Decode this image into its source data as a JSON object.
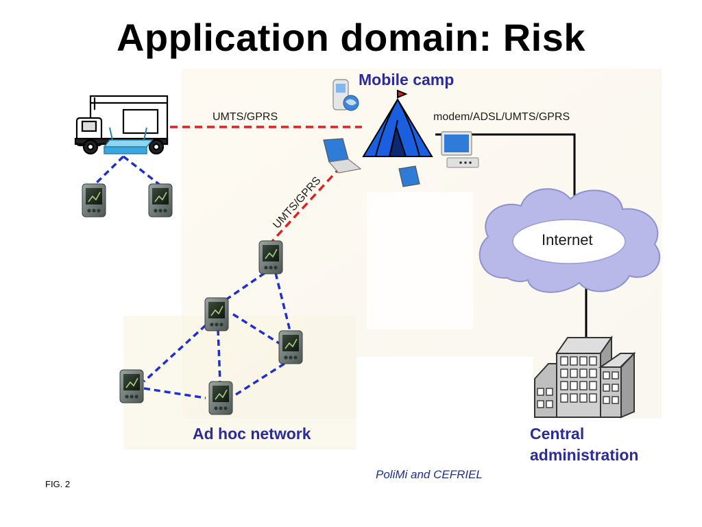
{
  "slide": {
    "title": "Application domain: Risk",
    "figure_label": "FIG. 2",
    "credit": "PoliMi and CEFRIEL"
  },
  "labels": {
    "mobile_camp": "Mobile camp",
    "adhoc": "Ad hoc network",
    "central_line1": "Central",
    "central_line2": "administration",
    "link_truck": "UMTS/GPRS",
    "link_modem": "modem/ADSL/UMTS/GPRS",
    "link_adhoc": "UMTS/GPRS",
    "internet": "Internet"
  },
  "colors": {
    "title_text": "#000000",
    "label_text": "#2b2b9a",
    "wireless_link": "#1f2fcf",
    "cellular_link": "#dd2222",
    "wired_link": "#000000",
    "cloud_fill": "#b8b9e8",
    "tent_fill": "#1a5fe0"
  },
  "icons": [
    "truck-icon",
    "access-point-icon",
    "pda-icon",
    "tent-icon",
    "laptop-icon",
    "phone-icon",
    "desktop-icon",
    "cloud-icon",
    "building-icon"
  ]
}
